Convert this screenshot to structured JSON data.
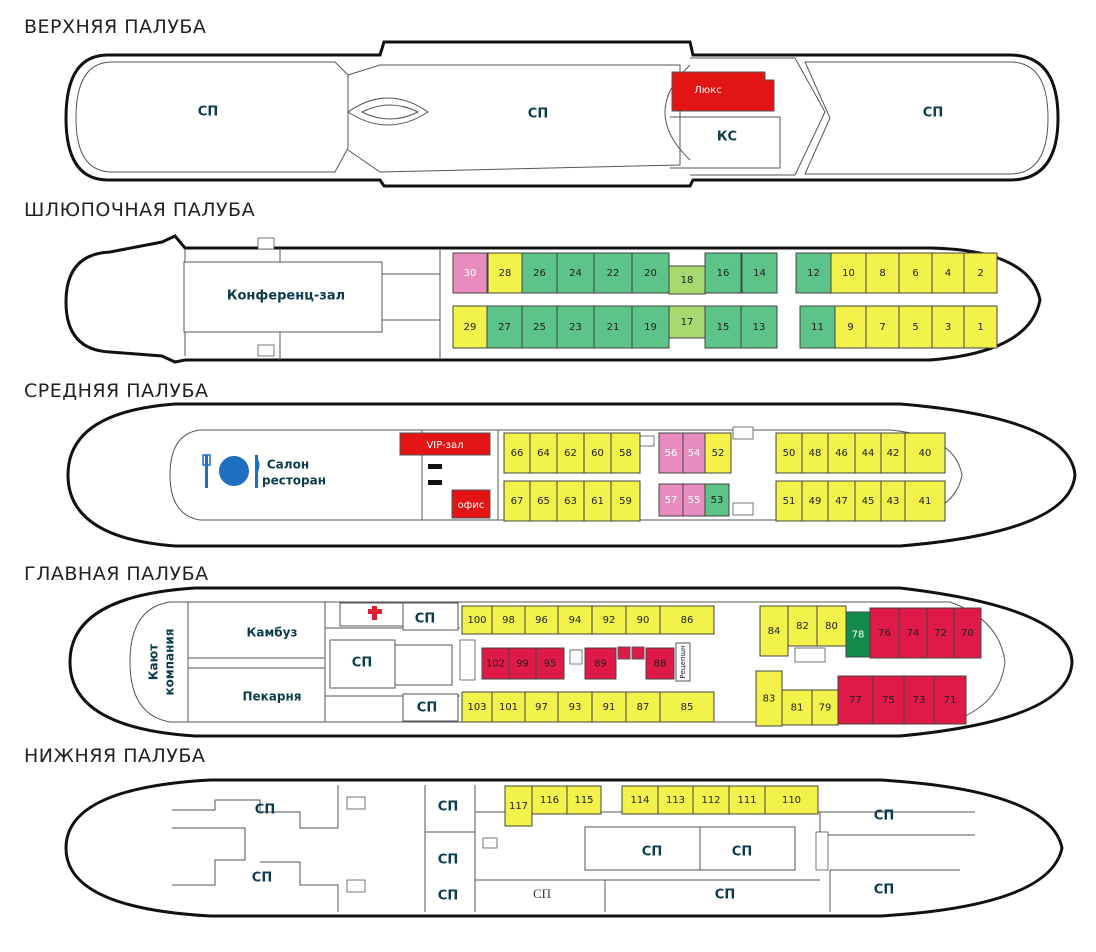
{
  "colors": {
    "yellow": "#f2f24a",
    "green": "#5cc488",
    "lightgreen": "#a8d870",
    "pink": "#e88cc0",
    "red": "#e01a48",
    "brightred": "#e21414",
    "darkgreen": "#128a4a"
  },
  "decks": [
    {
      "id": "upper",
      "title": "ВЕРХНЯЯ ПАЛУБА",
      "labels": {
        "sp1": "СП",
        "sp2": "СП",
        "sp3": "СП",
        "lux": "Люкс",
        "ks": "КС"
      }
    },
    {
      "id": "boat",
      "title": "ШЛЮПОЧНАЯ ПАЛУБА",
      "labels": {
        "conference": "Конференц-зал"
      },
      "cabins": [
        {
          "n": "30",
          "c": "pink"
        },
        {
          "n": "28",
          "c": "yellow"
        },
        {
          "n": "26",
          "c": "green"
        },
        {
          "n": "24",
          "c": "green"
        },
        {
          "n": "22",
          "c": "green"
        },
        {
          "n": "20",
          "c": "green"
        },
        {
          "n": "18",
          "c": "lightgreen"
        },
        {
          "n": "16",
          "c": "green"
        },
        {
          "n": "14",
          "c": "green"
        },
        {
          "n": "12",
          "c": "green"
        },
        {
          "n": "10",
          "c": "yellow"
        },
        {
          "n": "8",
          "c": "yellow"
        },
        {
          "n": "6",
          "c": "yellow"
        },
        {
          "n": "4",
          "c": "yellow"
        },
        {
          "n": "2",
          "c": "yellow"
        },
        {
          "n": "29",
          "c": "yellow"
        },
        {
          "n": "27",
          "c": "green"
        },
        {
          "n": "25",
          "c": "green"
        },
        {
          "n": "23",
          "c": "green"
        },
        {
          "n": "21",
          "c": "green"
        },
        {
          "n": "19",
          "c": "green"
        },
        {
          "n": "17",
          "c": "lightgreen"
        },
        {
          "n": "15",
          "c": "green"
        },
        {
          "n": "13",
          "c": "green"
        },
        {
          "n": "11",
          "c": "green"
        },
        {
          "n": "9",
          "c": "yellow"
        },
        {
          "n": "7",
          "c": "yellow"
        },
        {
          "n": "5",
          "c": "yellow"
        },
        {
          "n": "3",
          "c": "yellow"
        },
        {
          "n": "1",
          "c": "yellow"
        }
      ]
    },
    {
      "id": "middle",
      "title": "СРЕДНЯЯ ПАЛУБА",
      "labels": {
        "salon1": "Салон",
        "salon2": "ресторан",
        "vip": "VIP-зал",
        "office": "офис"
      },
      "cabins": [
        {
          "n": "66",
          "c": "yellow"
        },
        {
          "n": "64",
          "c": "yellow"
        },
        {
          "n": "62",
          "c": "yellow"
        },
        {
          "n": "60",
          "c": "yellow"
        },
        {
          "n": "58",
          "c": "yellow"
        },
        {
          "n": "56",
          "c": "pink"
        },
        {
          "n": "54",
          "c": "pink"
        },
        {
          "n": "52",
          "c": "yellow"
        },
        {
          "n": "50",
          "c": "yellow"
        },
        {
          "n": "48",
          "c": "yellow"
        },
        {
          "n": "46",
          "c": "yellow"
        },
        {
          "n": "44",
          "c": "yellow"
        },
        {
          "n": "42",
          "c": "yellow"
        },
        {
          "n": "40",
          "c": "yellow"
        },
        {
          "n": "67",
          "c": "yellow"
        },
        {
          "n": "65",
          "c": "yellow"
        },
        {
          "n": "63",
          "c": "yellow"
        },
        {
          "n": "61",
          "c": "yellow"
        },
        {
          "n": "59",
          "c": "yellow"
        },
        {
          "n": "57",
          "c": "pink"
        },
        {
          "n": "55",
          "c": "pink"
        },
        {
          "n": "53",
          "c": "green"
        },
        {
          "n": "51",
          "c": "yellow"
        },
        {
          "n": "49",
          "c": "yellow"
        },
        {
          "n": "47",
          "c": "yellow"
        },
        {
          "n": "45",
          "c": "yellow"
        },
        {
          "n": "43",
          "c": "yellow"
        },
        {
          "n": "41",
          "c": "yellow"
        }
      ]
    },
    {
      "id": "main",
      "title": "ГЛАВНАЯ ПАЛУБА",
      "labels": {
        "company1": "Кают",
        "company2": "компания",
        "kambuz": "Камбуз",
        "pekarnya": "Пекарня",
        "sp1": "СП",
        "sp2": "СП",
        "sp3": "СП",
        "reception": "Рецепшн"
      },
      "cabins": [
        {
          "n": "100",
          "c": "yellow"
        },
        {
          "n": "98",
          "c": "yellow"
        },
        {
          "n": "96",
          "c": "yellow"
        },
        {
          "n": "94",
          "c": "yellow"
        },
        {
          "n": "92",
          "c": "yellow"
        },
        {
          "n": "90",
          "c": "yellow"
        },
        {
          "n": "86",
          "c": "yellow"
        },
        {
          "n": "102",
          "c": "red"
        },
        {
          "n": "99",
          "c": "red"
        },
        {
          "n": "95",
          "c": "red"
        },
        {
          "n": "89",
          "c": "red"
        },
        {
          "n": "88",
          "c": "red"
        },
        {
          "n": "103",
          "c": "yellow"
        },
        {
          "n": "101",
          "c": "yellow"
        },
        {
          "n": "97",
          "c": "yellow"
        },
        {
          "n": "93",
          "c": "yellow"
        },
        {
          "n": "91",
          "c": "yellow"
        },
        {
          "n": "87",
          "c": "yellow"
        },
        {
          "n": "85",
          "c": "yellow"
        },
        {
          "n": "84",
          "c": "yellow"
        },
        {
          "n": "82",
          "c": "yellow"
        },
        {
          "n": "80",
          "c": "yellow"
        },
        {
          "n": "78",
          "c": "darkgreen"
        },
        {
          "n": "76",
          "c": "red"
        },
        {
          "n": "74",
          "c": "red"
        },
        {
          "n": "72",
          "c": "red"
        },
        {
          "n": "70",
          "c": "red"
        },
        {
          "n": "83",
          "c": "yellow"
        },
        {
          "n": "81",
          "c": "yellow"
        },
        {
          "n": "79",
          "c": "yellow"
        },
        {
          "n": "77",
          "c": "red"
        },
        {
          "n": "75",
          "c": "red"
        },
        {
          "n": "73",
          "c": "red"
        },
        {
          "n": "71",
          "c": "red"
        }
      ]
    },
    {
      "id": "lower",
      "title": "НИЖНЯЯ ПАЛУБА",
      "labels": {
        "sp1": "СП",
        "sp2": "СП",
        "sp3": "СП",
        "sp4": "СП",
        "sp5": "СП",
        "sp6": "СП",
        "sp7": "СП",
        "sp8": "СП",
        "sp9": "СП",
        "sp10": "СП"
      },
      "cabins": [
        {
          "n": "117",
          "c": "yellow"
        },
        {
          "n": "116",
          "c": "yellow"
        },
        {
          "n": "115",
          "c": "yellow"
        },
        {
          "n": "114",
          "c": "yellow"
        },
        {
          "n": "113",
          "c": "yellow"
        },
        {
          "n": "112",
          "c": "yellow"
        },
        {
          "n": "111",
          "c": "yellow"
        },
        {
          "n": "110",
          "c": "yellow"
        }
      ]
    }
  ]
}
